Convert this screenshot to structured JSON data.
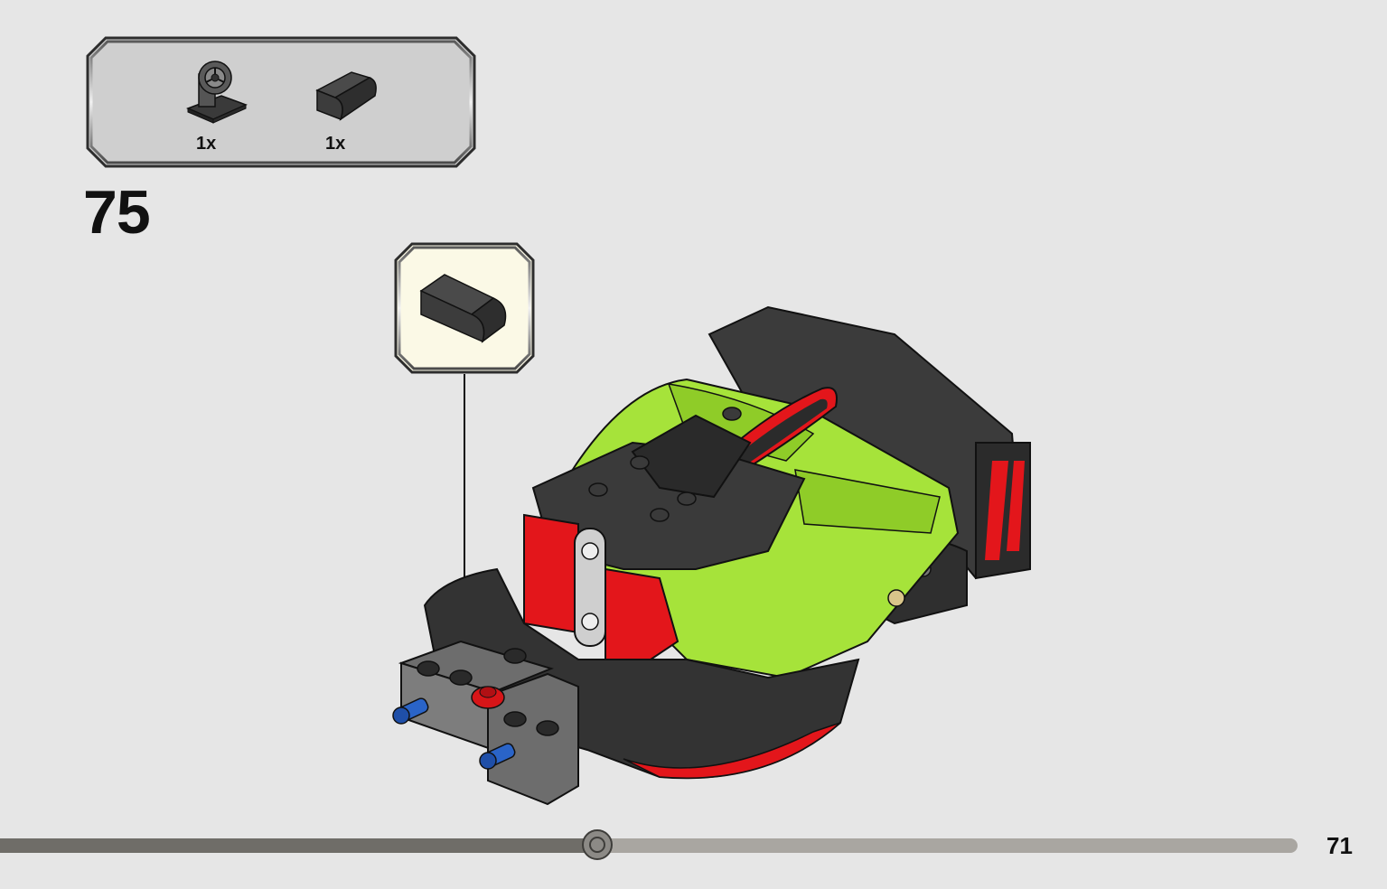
{
  "step": {
    "number": "75"
  },
  "parts_list": [
    {
      "icon": "steering-wheel-part-icon",
      "quantity": "1x"
    },
    {
      "icon": "curved-slope-brick-icon",
      "quantity": "1x"
    }
  ],
  "callout": {
    "icon": "curved-slope-brick-icon"
  },
  "model": {
    "icon": "race-car-model-icon"
  },
  "progress": {
    "value_percent": 46
  },
  "page": {
    "number": "71"
  },
  "colors": {
    "background": "#e6e6e6",
    "parts_box": "#cfcfcf",
    "callout_bg": "#fbf9e6",
    "lime": "#a6e33a",
    "dark_gray": "#3b3b3b",
    "red": "#e3161b",
    "progress_track": "#a9a6a1",
    "progress_fill": "#6f6d68"
  }
}
